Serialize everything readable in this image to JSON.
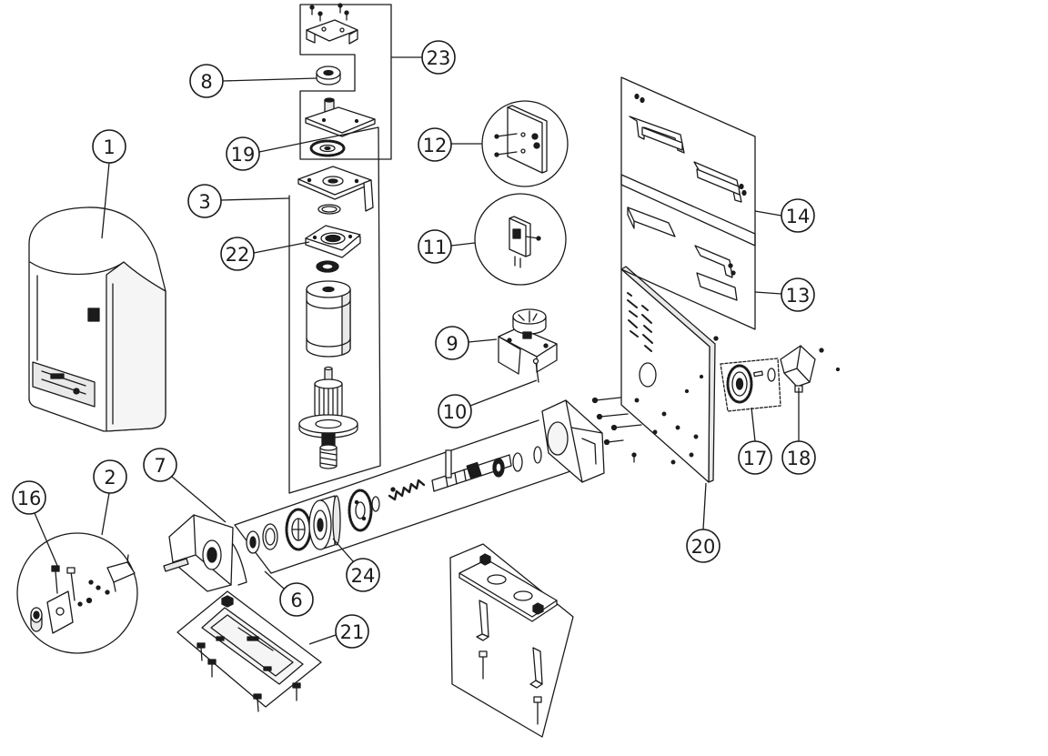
{
  "diagram": {
    "callouts": [
      "23",
      "8",
      "1",
      "12",
      "19",
      "3",
      "14",
      "22",
      "11",
      "13",
      "9",
      "10",
      "17",
      "18",
      "16",
      "2",
      "7",
      "20",
      "24",
      "6",
      "21"
    ]
  },
  "colors": {
    "line": "#1b1b1b",
    "background": "#ffffff"
  }
}
